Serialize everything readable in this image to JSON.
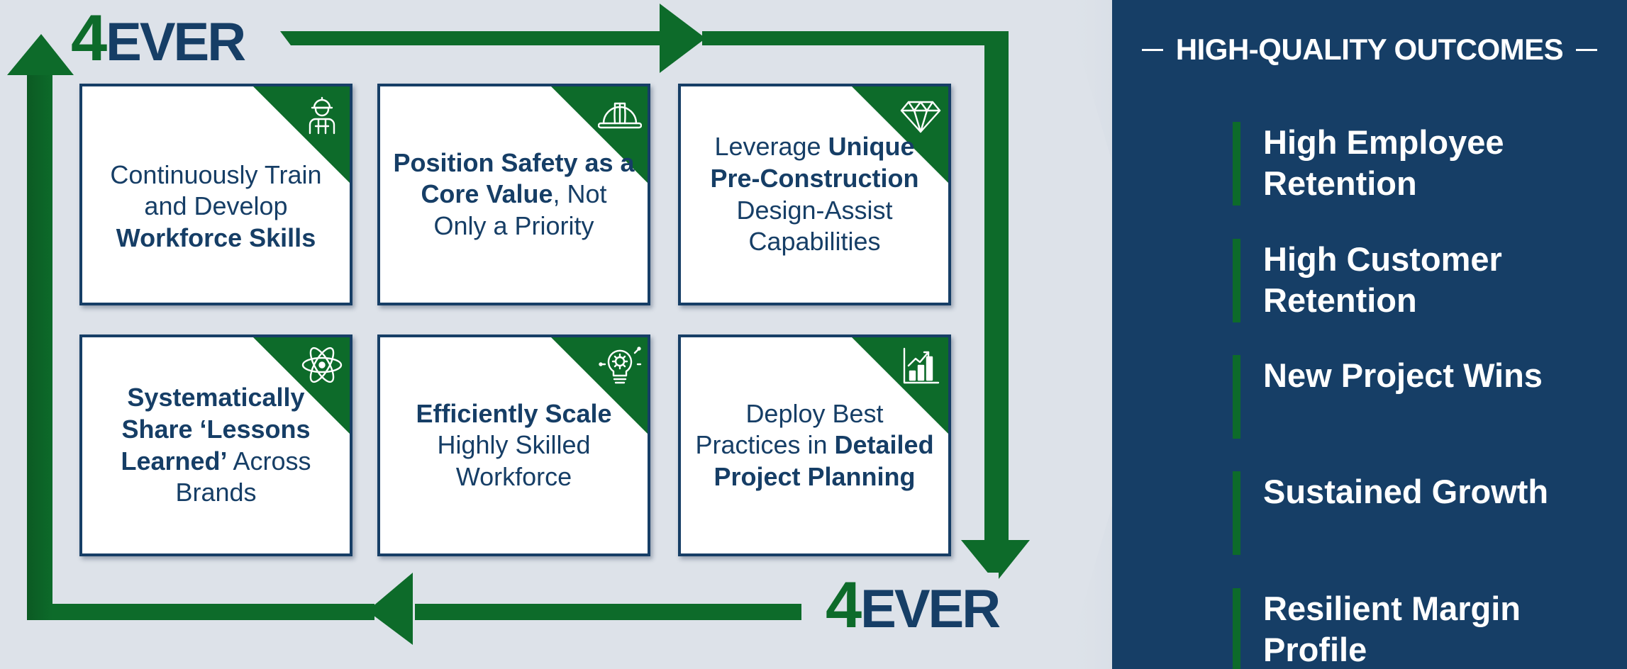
{
  "logo": {
    "number": "4",
    "word": "EVER"
  },
  "cards": [
    {
      "parts": [
        {
          "text": "Continuously Train and Develop ",
          "bold": false
        },
        {
          "text": "Workforce Skills",
          "bold": true
        }
      ],
      "icon": "construction-worker-icon"
    },
    {
      "parts": [
        {
          "text": "Position Safety as a Core Value",
          "bold": true
        },
        {
          "text": ", Not Only a Priority",
          "bold": false
        }
      ],
      "icon": "hard-hat-icon"
    },
    {
      "parts": [
        {
          "text": "Leverage ",
          "bold": false
        },
        {
          "text": "Unique Pre-Construction",
          "bold": true
        },
        {
          "text": " Design-Assist Capabilities",
          "bold": false
        }
      ],
      "icon": "diamond-icon"
    },
    {
      "parts": [
        {
          "text": "Systematically Share ‘Lessons Learned’",
          "bold": true
        },
        {
          "text": " Across Brands",
          "bold": false
        }
      ],
      "icon": "atom-icon"
    },
    {
      "parts": [
        {
          "text": "Efficiently Scale",
          "bold": true
        },
        {
          "text": " Highly Skilled Workforce",
          "bold": false
        }
      ],
      "icon": "lightbulb-gear-icon"
    },
    {
      "parts": [
        {
          "text": "Deploy Best Practices in ",
          "bold": false
        },
        {
          "text": "Detailed Project Planning",
          "bold": true
        }
      ],
      "icon": "growth-chart-icon"
    }
  ],
  "outcomes": {
    "header": "HIGH-QUALITY OUTCOMES",
    "items": [
      "High Employee Retention",
      "High Customer Retention",
      "New Project Wins",
      "Sustained Growth",
      "Resilient Margin Profile"
    ]
  },
  "colors": {
    "background": "#dde2e9",
    "navy": "#163e66",
    "green": "#0d6b2a",
    "white": "#ffffff"
  }
}
